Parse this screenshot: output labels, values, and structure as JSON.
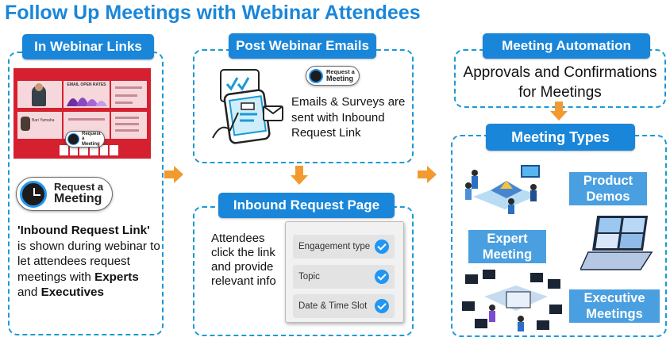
{
  "title": "Follow Up Meetings with Webinar Attendees",
  "sections": {
    "webinar_links": {
      "label": "In Webinar Links",
      "thumbnail": {
        "chart_title": "EMAIL OPEN RATES",
        "speaker_name": "Bari Yamaha"
      },
      "badge_small": {
        "line1": "Request a",
        "line2": "Meeting"
      },
      "badge_large": {
        "line1": "Request a",
        "line2": "Meeting"
      },
      "desc": {
        "b1": "'Inbound Request Link'",
        "t1": " is shown during webinar to let attendees request meetings with ",
        "b2": "Experts",
        "t2": " and ",
        "b3": "Executives"
      }
    },
    "post_webinar_emails": {
      "label": "Post Webinar Emails",
      "badge": {
        "line1": "Request a",
        "line2": "Meeting"
      },
      "desc": "Emails & Surveys are sent with Inbound Request Link"
    },
    "inbound_request_page": {
      "label": "Inbound Request Page",
      "desc": "Attendees click the link and provide relevant info",
      "fields": [
        "Engagement type",
        "Topic",
        "Date & Time Slot"
      ]
    },
    "meeting_automation": {
      "label": "Meeting Automation",
      "desc": "Approvals and Confirmations for Meetings"
    },
    "meeting_types": {
      "label": "Meeting Types",
      "items": [
        {
          "label": "Product Demos"
        },
        {
          "label": "Expert Meeting"
        },
        {
          "label": "Executive Meetings"
        }
      ]
    }
  },
  "colors": {
    "primary_blue": "#1a86d9",
    "light_blue": "#4a9fe0",
    "arrow_orange": "#f29a2e",
    "thumbnail_red": "#d4202f"
  }
}
